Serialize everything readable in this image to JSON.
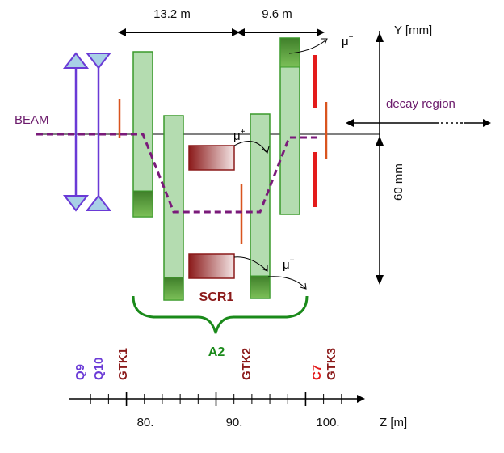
{
  "dimensions": {
    "dist1": "13.2 m",
    "dist2": "9.6 m",
    "dist3": "60 mm"
  },
  "labels": {
    "beam": "BEAM",
    "decay_region": "decay region",
    "y_axis": "Y [mm]",
    "z_axis": "Z [m]",
    "scr1": "SCR1",
    "a2": "A2",
    "mu": "μ",
    "mu_sup": "+"
  },
  "components": {
    "q9": "Q9",
    "q10": "Q10",
    "gtk1": "GTK1",
    "gtk2": "GTK2",
    "c7": "C7",
    "gtk3": "GTK3"
  },
  "z_axis_ticks": [
    "80.",
    "90.",
    "100."
  ],
  "colors": {
    "magnet": "#6a3ad6",
    "magnet_fill": "#a8d0e6",
    "station_fill": "#b4dcb0",
    "station_stroke": "#3a9a2a",
    "station_block": "#5aa03a",
    "beam": "#7a1a7a",
    "collimator": "#e31b1b",
    "thin_plate": "#d9541e",
    "scr": "#8b1a1a",
    "a2": "#1a8a1a",
    "q_label": "#6a3ad6",
    "gtk_label": "#8b1a1a",
    "c7_label": "#e31b1b"
  }
}
